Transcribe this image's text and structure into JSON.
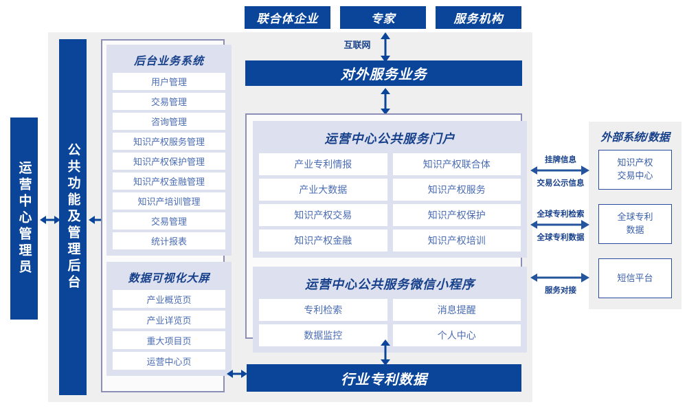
{
  "top_actors": [
    {
      "label": "联合体企业"
    },
    {
      "label": "专家"
    },
    {
      "label": "服务机构"
    }
  ],
  "internet_link": {
    "label": "互联网"
  },
  "external_service": {
    "label": "对外服务业务"
  },
  "industry_data": {
    "label": "行业专利数据"
  },
  "left_roles": [
    {
      "label": "运营中心管理员"
    },
    {
      "label": "公共功能及管理后台"
    }
  ],
  "backend_system": {
    "title": "后台业务系统",
    "items": [
      "用户管理",
      "交易管理",
      "咨询管理",
      "知识产权服务管理",
      "知识产权保护管理",
      "知识产权金融管理",
      "知识产培训管理",
      "交易管理",
      "统计报表"
    ]
  },
  "data_visual": {
    "title": "数据可视化大屏",
    "items": [
      "产业概览页",
      "产业详览页",
      "重大项目页",
      "运营中心页"
    ]
  },
  "portal": {
    "title": "运营中心公共服务门户",
    "items": [
      "产业专利情报",
      "知识产权联合体",
      "产业大数据",
      "知识产权服务",
      "知识产权交易",
      "知识产权保护",
      "知识产权金融",
      "知识产权培训"
    ]
  },
  "miniprogram": {
    "title": "运营中心公共服务微信小程序",
    "items": [
      "专利检索",
      "消息提醒",
      "数据监控",
      "个人中心"
    ]
  },
  "external": {
    "title": "外部系统/数据",
    "systems": [
      {
        "label": "知识产权\n交易中心",
        "line1": "知识产权",
        "line2": "交易中心"
      },
      {
        "label": "全球专利\n数据",
        "line1": "全球专利",
        "line2": "数据"
      },
      {
        "label": "短信平台",
        "line1": "短信平台",
        "line2": ""
      }
    ],
    "connectors": [
      {
        "above": "挂牌信息",
        "below": "交易公示信息"
      },
      {
        "above": "全球专利检索",
        "below": "全球专利数据"
      },
      {
        "above": "",
        "below": "服务对接"
      }
    ]
  },
  "colors": {
    "brand_blue": "#0b4599",
    "panel_lavender": "#dde0ef",
    "stage_gray": "#efefef",
    "card_border": "#8a8db5",
    "item_text": "#4a6cb3"
  }
}
